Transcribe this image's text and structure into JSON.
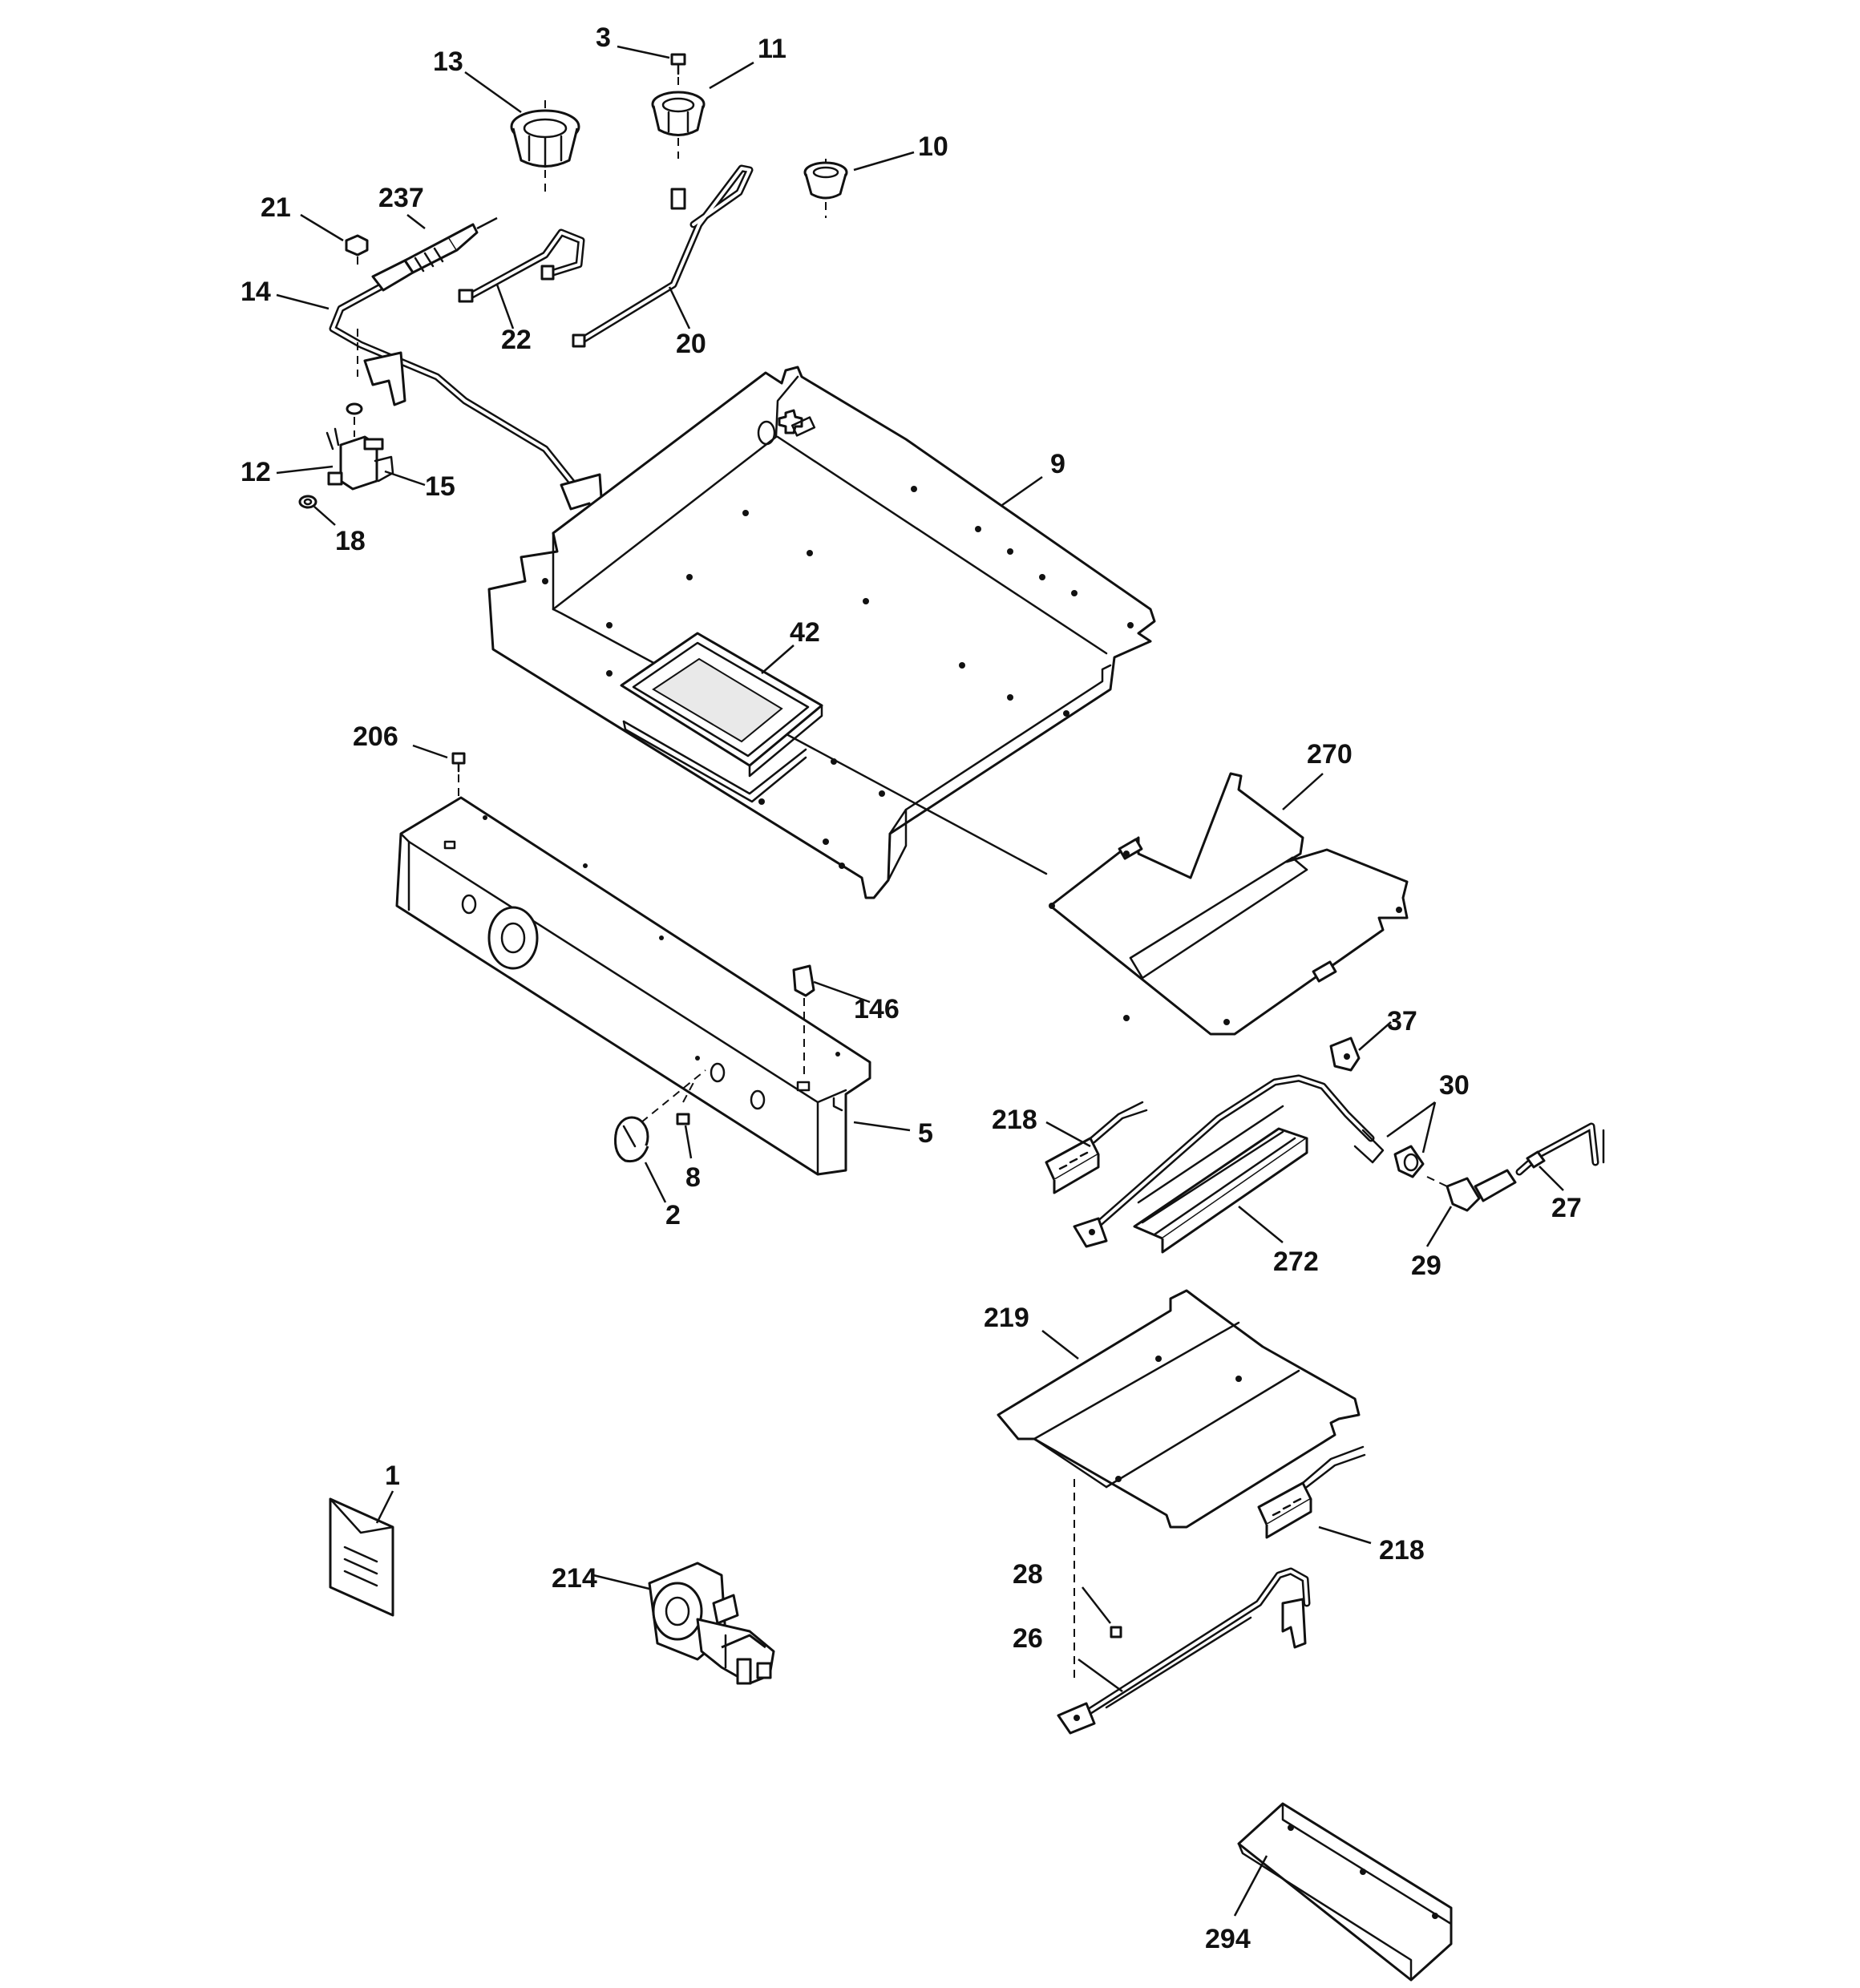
{
  "callouts": [
    {
      "id": "c13",
      "text": "13"
    },
    {
      "id": "c3",
      "text": "3"
    },
    {
      "id": "c11",
      "text": "11"
    },
    {
      "id": "c10",
      "text": "10"
    },
    {
      "id": "c21",
      "text": "21"
    },
    {
      "id": "c237",
      "text": "237"
    },
    {
      "id": "c14",
      "text": "14"
    },
    {
      "id": "c22",
      "text": "22"
    },
    {
      "id": "c20",
      "text": "20"
    },
    {
      "id": "c9",
      "text": "9"
    },
    {
      "id": "c12",
      "text": "12"
    },
    {
      "id": "c15",
      "text": "15"
    },
    {
      "id": "c18",
      "text": "18"
    },
    {
      "id": "c42",
      "text": "42"
    },
    {
      "id": "c206",
      "text": "206"
    },
    {
      "id": "c270",
      "text": "270"
    },
    {
      "id": "c146",
      "text": "146"
    },
    {
      "id": "c37",
      "text": "37"
    },
    {
      "id": "c30",
      "text": "30"
    },
    {
      "id": "c218a",
      "text": "218"
    },
    {
      "id": "c5",
      "text": "5"
    },
    {
      "id": "c8",
      "text": "8"
    },
    {
      "id": "c2",
      "text": "2"
    },
    {
      "id": "c27",
      "text": "27"
    },
    {
      "id": "c272",
      "text": "272"
    },
    {
      "id": "c29",
      "text": "29"
    },
    {
      "id": "c219",
      "text": "219"
    },
    {
      "id": "c1",
      "text": "1"
    },
    {
      "id": "c218b",
      "text": "218"
    },
    {
      "id": "c214",
      "text": "214"
    },
    {
      "id": "c28",
      "text": "28"
    },
    {
      "id": "c26",
      "text": "26"
    },
    {
      "id": "c294",
      "text": "294"
    }
  ]
}
